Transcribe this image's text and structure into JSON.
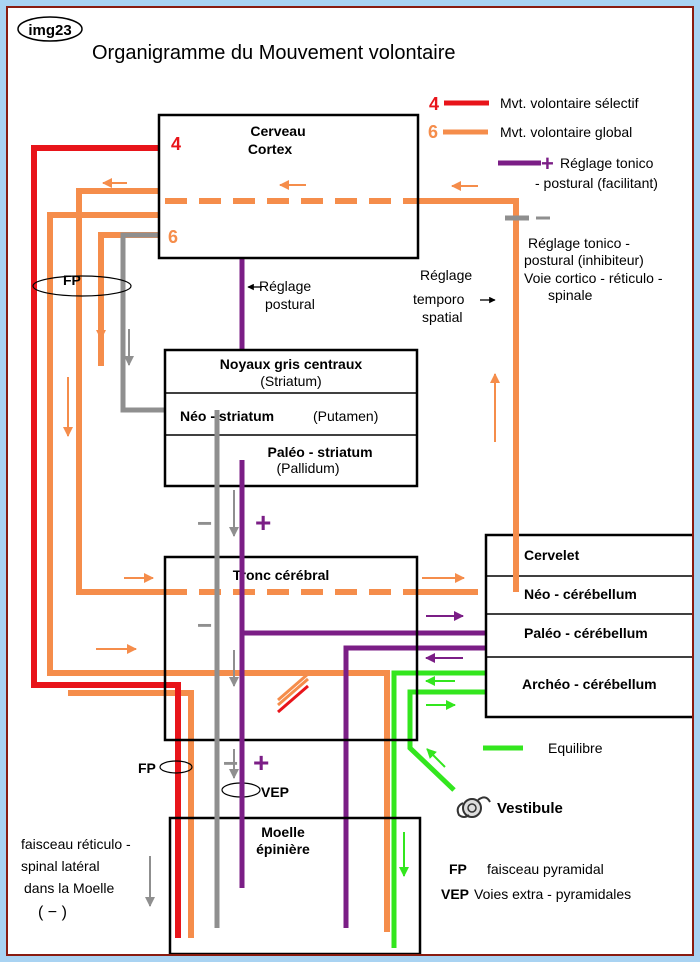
{
  "header": {
    "tag": "img23",
    "title": "Organigramme du Mouvement  volontaire"
  },
  "legend": {
    "red_number": "4",
    "red_label": "Mvt. volontaire sélectif",
    "orange_number": "6",
    "orange_label": "Mvt. volontaire global",
    "purple_label_1": "Réglage tonico",
    "purple_label_2": "- postural (facilitant)",
    "gray_label_1": "Réglage tonico -",
    "gray_label_2": "postural (inhibiteur)",
    "gray_label_3": "Voie cortico - réticulo -",
    "gray_label_4": "spinale",
    "green_label": "Equilibre",
    "fp_abbr": "FP",
    "fp_text": "faisceau pyramidal",
    "vep_abbr": "VEP",
    "vep_text": "Voies extra - pyramidales"
  },
  "boxes": {
    "cortex_1": "Cerveau",
    "cortex_2": "Cortex",
    "cortex_4": "4",
    "cortex_6": "6",
    "ngc_title": "Noyaux gris centraux",
    "ngc_sub": "(Striatum)",
    "neo_bold": "Néo  - striatum",
    "neo_rest": "(Putamen)",
    "paleo_bold": "Paléo  - striatum",
    "paleo_sub": "(Pallidum)",
    "tronc": "Tronc cérébral",
    "cervelet": "Cervelet",
    "neo_cereb": "Néo - cérébellum",
    "paleo_cereb": "Paléo - cérébellum",
    "archeo_cereb": "Archéo - cérébellum",
    "moelle_1": "Moelle",
    "moelle_2": "épinière"
  },
  "labels": {
    "reglage_postural_1": "Réglage",
    "reglage_postural_2": "postural",
    "reglage_temporo_1": "Réglage",
    "reglage_temporo_2": "temporo",
    "reglage_temporo_3": "spatial",
    "fp_top": "FP",
    "fp_bottom": "FP",
    "vep_bottom": "VEP",
    "faisceau_1": "faisceau réticulo -",
    "faisceau_2": "spinal  latéral",
    "faisceau_3": "dans la Moelle",
    "faisceau_4": "( − )",
    "vestibule": "Vestibule",
    "minus": "−",
    "plus": "+"
  },
  "colors": {
    "red": "#e8141a",
    "orange": "#f58d4b",
    "purple": "#7b1e86",
    "gray": "#8f8f8f",
    "green": "#33e61e"
  }
}
